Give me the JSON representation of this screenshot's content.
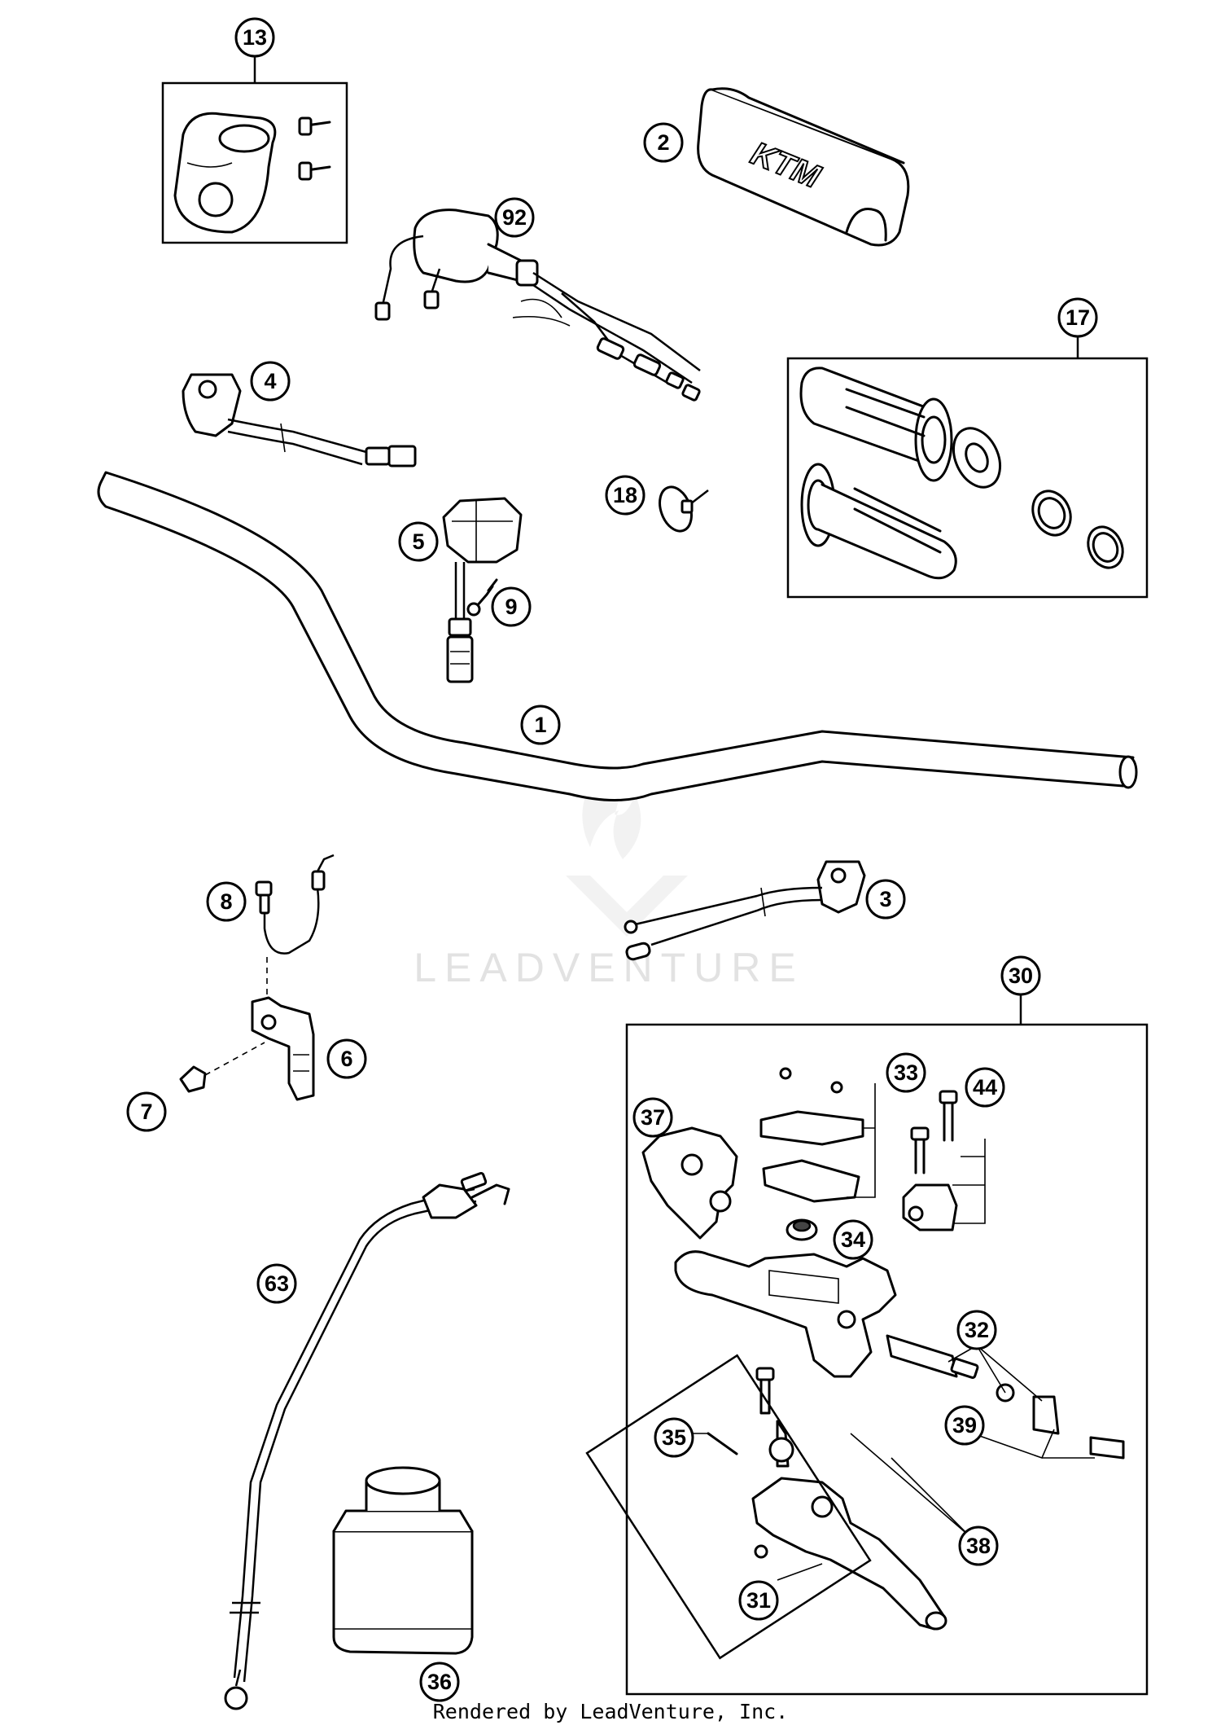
{
  "diagram": {
    "callouts": [
      "1",
      "2",
      "3",
      "4",
      "5",
      "6",
      "7",
      "8",
      "9",
      "13",
      "17",
      "18",
      "30",
      "31",
      "32",
      "33",
      "34",
      "35",
      "36",
      "37",
      "38",
      "39",
      "44",
      "63",
      "92"
    ],
    "brand_logo_text": "KTM",
    "watermark": "LEADVENTURE",
    "footer": "Rendered by LeadVenture, Inc."
  }
}
